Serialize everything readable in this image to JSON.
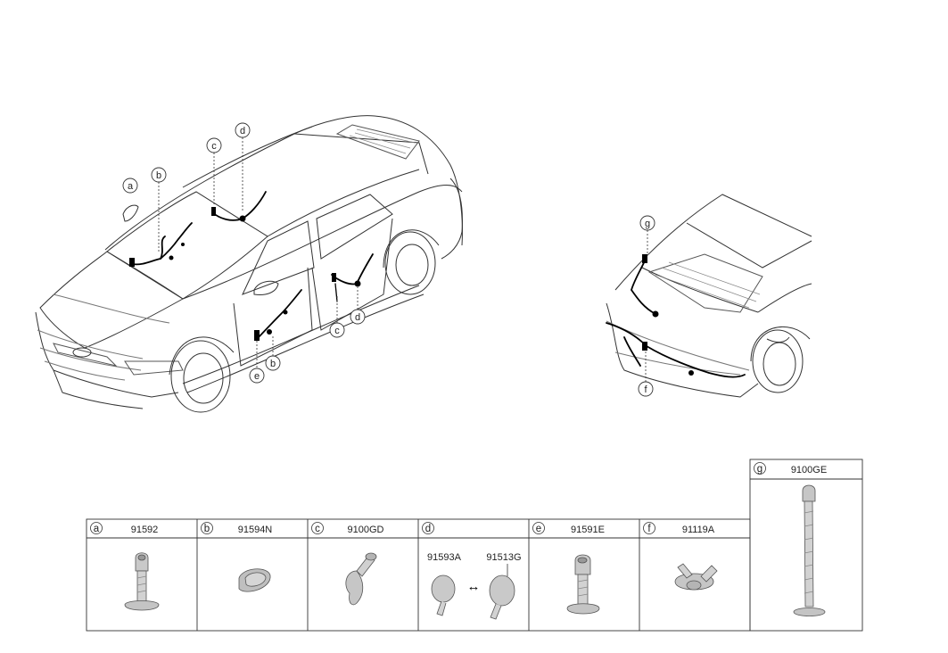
{
  "callouts": {
    "front_a": "a",
    "front_b_top": "b",
    "front_c_top": "c",
    "front_d_top": "d",
    "front_e": "e",
    "front_b_bottom": "b",
    "front_c_bottom": "c",
    "front_d_bottom": "d",
    "rear_g": "g",
    "rear_f": "f"
  },
  "parts_table": {
    "cells": [
      {
        "key": "a",
        "part": "91592"
      },
      {
        "key": "b",
        "part": "91594N"
      },
      {
        "key": "c",
        "part": "9100GD"
      },
      {
        "key": "d",
        "parts": [
          "91593A",
          "91513G"
        ],
        "swap_symbol": "↔"
      },
      {
        "key": "e",
        "part": "91591E"
      },
      {
        "key": "f",
        "part": "91119A"
      },
      {
        "key": "g",
        "part": "9100GE"
      }
    ]
  }
}
